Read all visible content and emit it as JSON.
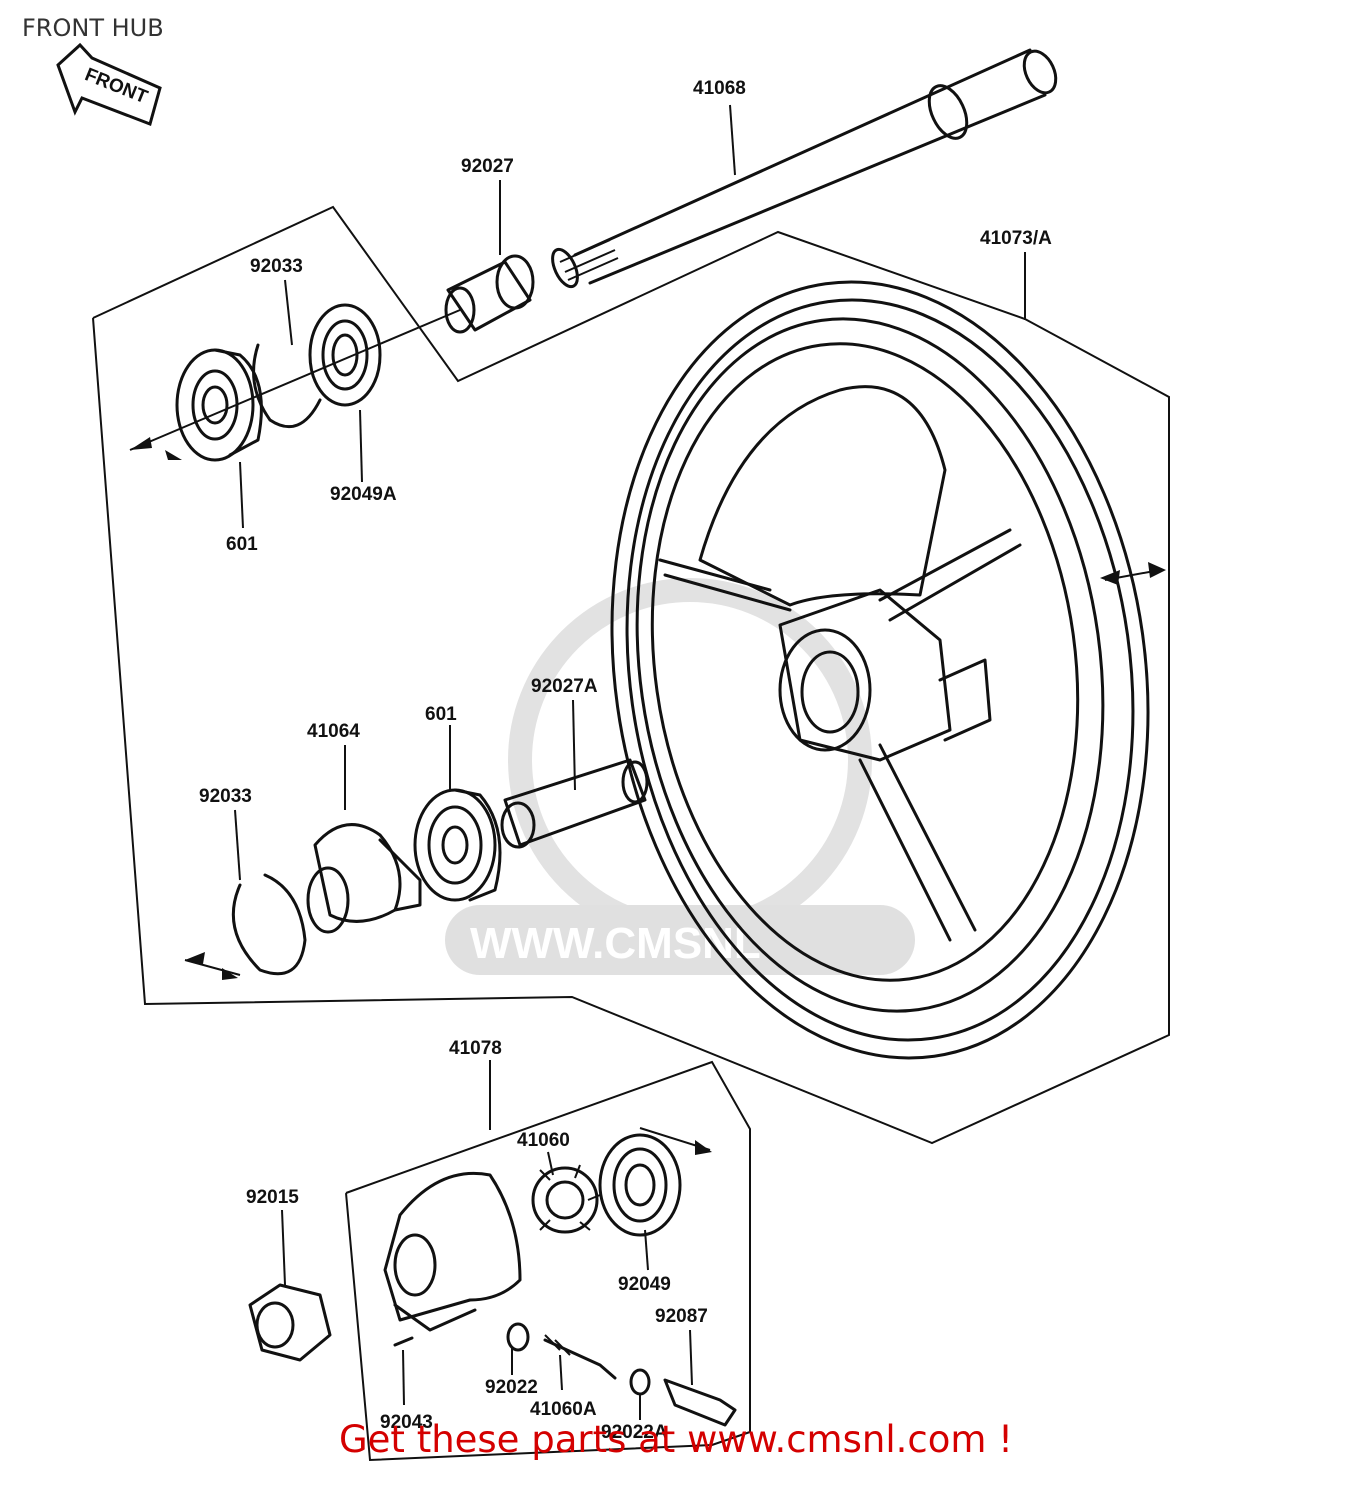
{
  "title": "FRONT HUB",
  "front_arrow_label": "FRONT",
  "watermark": "WWW.CMSNL",
  "footer": "Get these parts at www.cmsnl.com !",
  "parts": [
    {
      "id": "41068",
      "label": "41068"
    },
    {
      "id": "92027",
      "label": "92027"
    },
    {
      "id": "92033-top",
      "label": "92033"
    },
    {
      "id": "41073A",
      "label": "41073/A"
    },
    {
      "id": "92049A",
      "label": "92049A"
    },
    {
      "id": "601-top",
      "label": "601"
    },
    {
      "id": "92027A",
      "label": "92027A"
    },
    {
      "id": "601-mid",
      "label": "601"
    },
    {
      "id": "41064",
      "label": "41064"
    },
    {
      "id": "92033-bot",
      "label": "92033"
    },
    {
      "id": "41078",
      "label": "41078"
    },
    {
      "id": "41060",
      "label": "41060"
    },
    {
      "id": "92015",
      "label": "92015"
    },
    {
      "id": "92049",
      "label": "92049"
    },
    {
      "id": "92087",
      "label": "92087"
    },
    {
      "id": "92022",
      "label": "92022"
    },
    {
      "id": "41060A",
      "label": "41060A"
    },
    {
      "id": "92043",
      "label": "92043"
    },
    {
      "id": "92022A",
      "label": "92022A"
    }
  ]
}
